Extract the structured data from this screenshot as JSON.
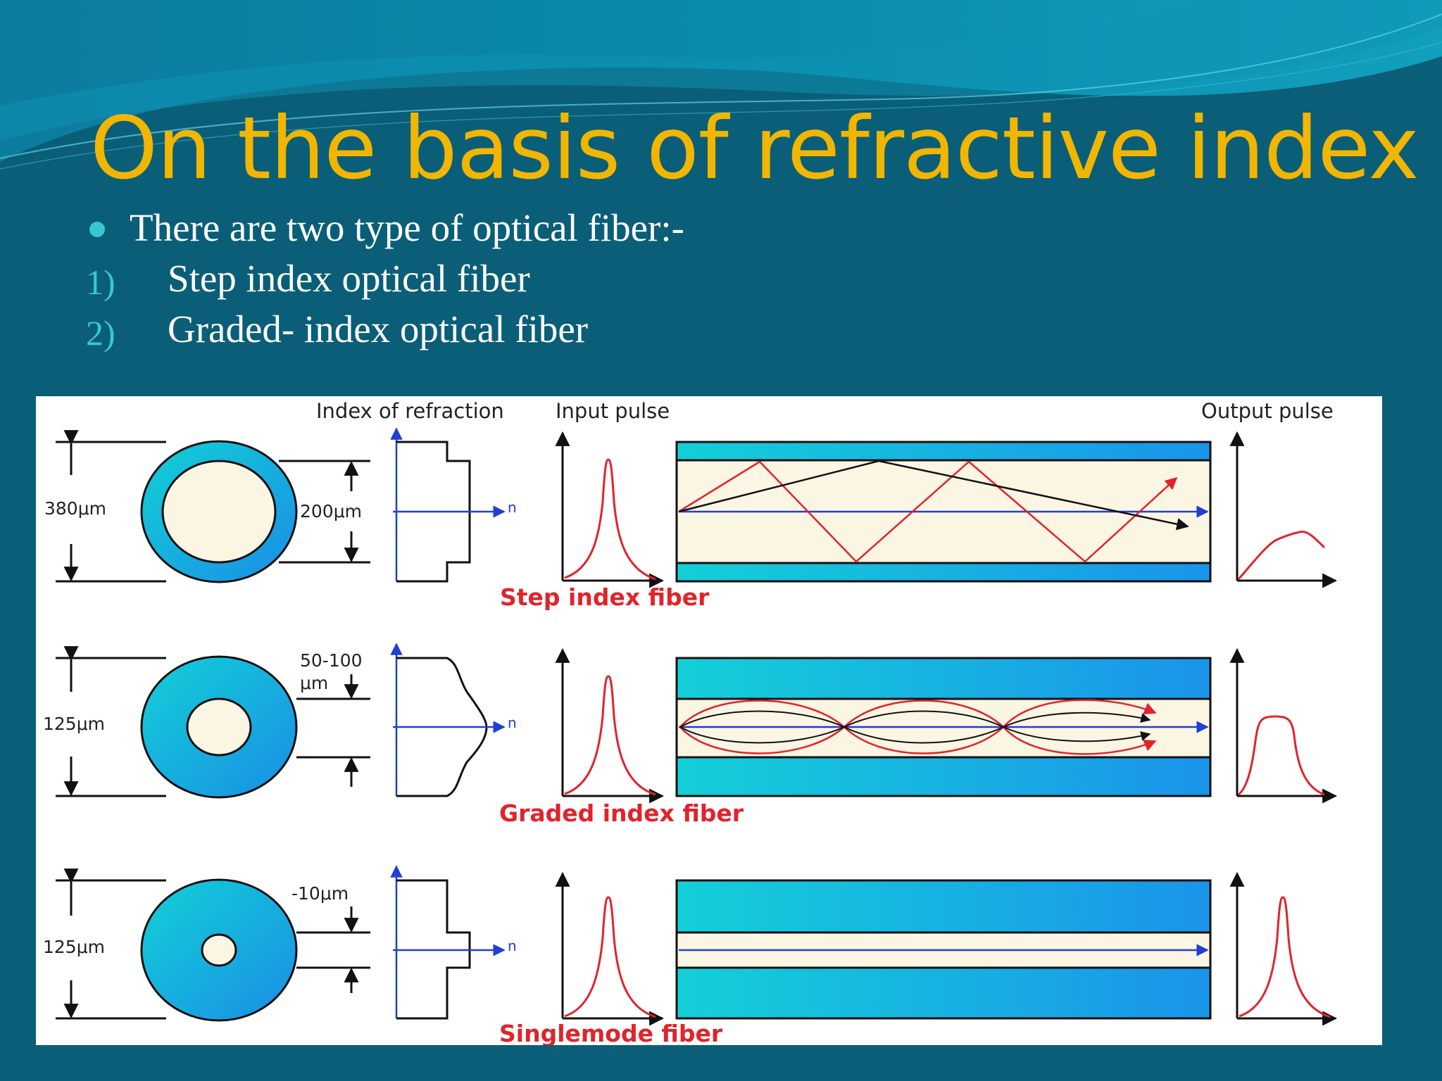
{
  "slide": {
    "title": "On the basis of refractive index",
    "bullet": "There are two type of optical fiber:-",
    "list": [
      {
        "num": "1)",
        "text": "Step index optical fiber"
      },
      {
        "num": "2)",
        "text": "Graded- index optical fiber"
      }
    ]
  },
  "figure": {
    "header_index": "Index of refraction",
    "header_input": "Input pulse",
    "header_output": "Output pulse",
    "axis_n": "n",
    "rows": [
      {
        "name": "Step index fiber",
        "outer_dim": "380μm",
        "core_dim": "200μm"
      },
      {
        "name": "Graded index fiber",
        "outer_dim": "125μm",
        "core_dim_1": "50-100",
        "core_dim_2": "μm"
      },
      {
        "name": "Singlemode fiber",
        "outer_dim": "125μm",
        "core_dim": "-10μm"
      }
    ]
  },
  "colors": {
    "background": "#0a5e78",
    "title": "#f2b600",
    "accent": "#39c6d4",
    "fiber_label": "#e0242b",
    "core_fill": "#fbf5e4",
    "cladding": "#19a9e0"
  }
}
